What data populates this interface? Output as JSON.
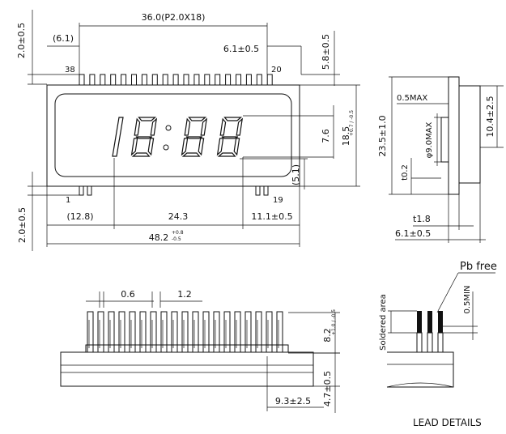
{
  "front_view": {
    "dim_pitch": "36.0(P2.0X18)",
    "dim_left_lead": "(6.1)",
    "dim_right_lead": "6.1±0.5",
    "dim_top_lead_len": "2.0±0.5",
    "dim_top_right": "5.8±0.5",
    "pin_38": "38",
    "pin_20": "20",
    "pin_1": "1",
    "pin_19": "19",
    "clock_text": "18:88",
    "dim_digit_h_main": "18.5",
    "dim_digit_h_tol": "+0.7 / -0.5",
    "dim_7_6": "7.6",
    "dim_5_1": "(5.1)",
    "dim_12_8": "(12.8)",
    "dim_24_3": "24.3",
    "dim_11_1": "11.1±0.5",
    "dim_width_main": "48.2",
    "dim_width_tol_top": "+0.8",
    "dim_width_tol_bot": "-0.5",
    "dim_bottom_lead_len": "2.0±0.5"
  },
  "side_view": {
    "dim_height": "23.5±1.0",
    "dim_0_5max": "0.5MAX",
    "dim_phi_9": "φ9.0MAX",
    "dim_10_4": "10.4±2.5",
    "dim_t0_2": "t0.2",
    "dim_t1_8": "t1.8",
    "dim_6_1": "6.1±0.5"
  },
  "bottom_view": {
    "dim_0_6": "0.6",
    "dim_1_2": "1.2",
    "dim_8_2_main": "8.2",
    "dim_8_2_tol": "+1.0 / -0.5",
    "dim_4_7": "4.7±0.5",
    "dim_9_3": "9.3±2.5"
  },
  "lead_details": {
    "pb_free": "Pb free",
    "soldered_area": "Soldered area",
    "dim_0_5min": "0.5MIN",
    "title": "LEAD DETAILS"
  }
}
